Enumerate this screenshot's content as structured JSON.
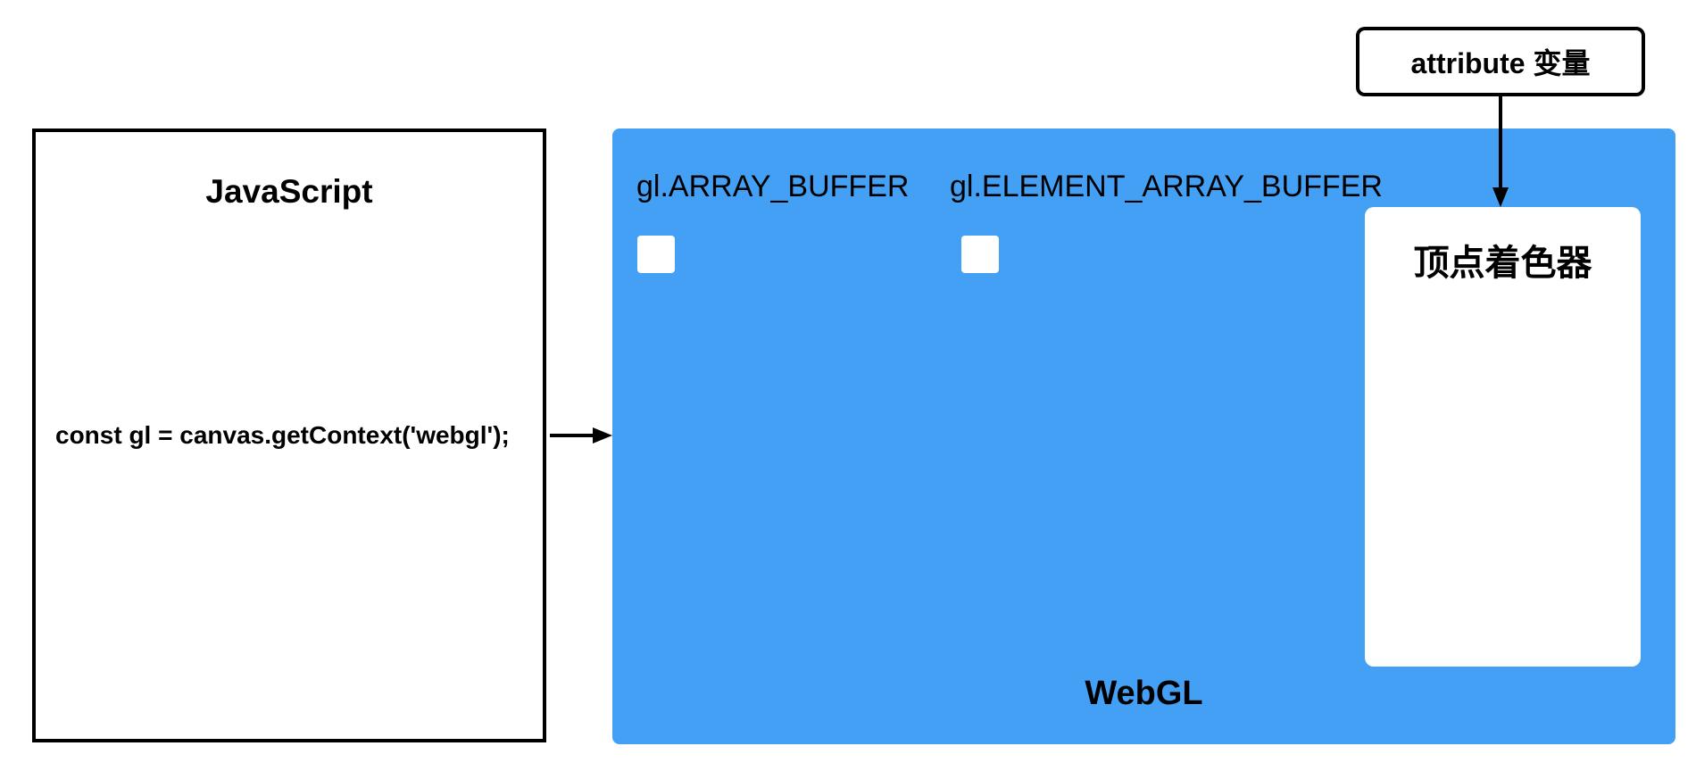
{
  "javascript_box": {
    "title": "JavaScript",
    "code": "const gl = canvas.getContext('webgl');"
  },
  "webgl_box": {
    "title": "WebGL",
    "array_buffer_label": "gl.ARRAY_BUFFER",
    "element_array_buffer_label": "gl.ELEMENT_ARRAY_BUFFER",
    "vertex_shader_label": "顶点着色器"
  },
  "attribute_box": {
    "label": "attribute 变量"
  },
  "colors": {
    "webgl_fill": "#44a0f5",
    "stroke": "#000000",
    "panel_fill": "#ffffff"
  }
}
